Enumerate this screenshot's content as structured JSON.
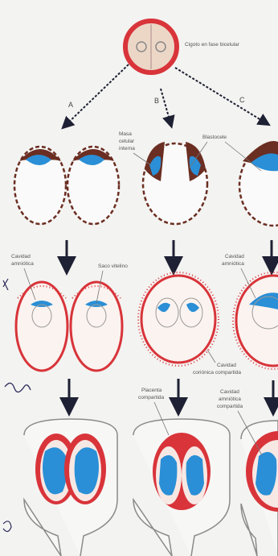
{
  "labels": {
    "zygote": "Cigoto en fase bicelular",
    "letter_a": "A",
    "letter_b": "B",
    "letter_c": "C",
    "inner_cell_mass_1": "Masa",
    "inner_cell_mass_2": "celular",
    "inner_cell_mass_3": "interna",
    "blastocoel": "Blastocele",
    "amniotic_cavity_1": "Cavidad",
    "amniotic_cavity_2": "amniótica",
    "yolk_sac": "Saco vitelino",
    "amniotic_cavity_c_1": "Cavidad",
    "amniotic_cavity_c_2": "amniótica",
    "chorionic_shared_1": "Cavidad",
    "chorionic_shared_2": "coriónica compartida",
    "placenta_shared_1": "Placenta",
    "placenta_shared_2": "compartida",
    "amniotic_shared_1": "Cavidad",
    "amniotic_shared_2": "amniótica",
    "amniotic_shared_3": "compartida"
  },
  "colors": {
    "background": "#f3f3f1",
    "membrane_red": "#d8343a",
    "trophoblast_dark": "#6b2e22",
    "cell_mass_blue": "#2a8fd6",
    "arrow_dark": "#1e2033",
    "outline_gray": "#8a8a8a"
  }
}
